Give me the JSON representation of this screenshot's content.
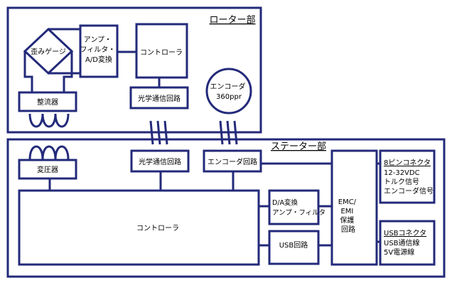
{
  "colors": {
    "line": "#232a7a",
    "text": "#000000",
    "background": "#ffffff"
  },
  "rotor": {
    "title": "ローター部",
    "strain_gauge": "歪みゲージ",
    "amp_filter_ad": [
      "アンプ・",
      "フィルタ・",
      "A/D変換"
    ],
    "controller": "コントローラ",
    "optical_comm": "光学通信回路",
    "rectifier": "整流器",
    "encoder": [
      "エンコーダ",
      "360ppr"
    ]
  },
  "stator": {
    "title": "ステーター部",
    "transformer": "変圧器",
    "optical_comm": "光学通信回路",
    "encoder_circuit": "エンコーダ回路",
    "controller": "コントローラ",
    "da_amp_filter": [
      "D/A変換",
      "アンプ・フィルタ"
    ],
    "usb_circuit": "USB回路",
    "emc_protection": [
      "EMC/",
      "EMI",
      "保護",
      "回路"
    ],
    "connector8": {
      "title": "8ピンコネクタ",
      "lines": [
        "12-32VDC",
        "トルク信号",
        "エンコーダ信号"
      ]
    },
    "usb_connector": {
      "title": "USBコネクタ",
      "lines": [
        "USB通信線",
        "5V電源線"
      ]
    }
  }
}
